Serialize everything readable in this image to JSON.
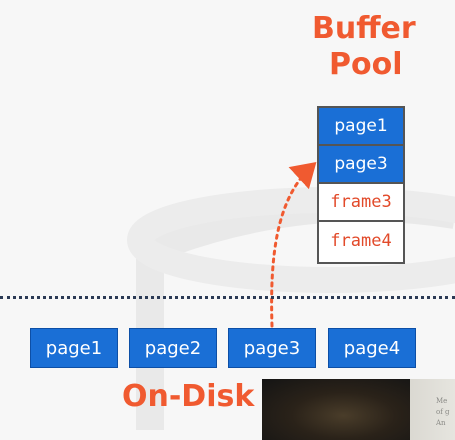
{
  "buffer_pool": {
    "title_line1": "Buffer",
    "title_line2": "Pool",
    "slots": [
      "page1",
      "page3",
      "frame3",
      "frame4"
    ]
  },
  "disk": {
    "title": "On-Disk",
    "pages": [
      "page1",
      "page2",
      "page3",
      "page4"
    ]
  },
  "video_thumb": {
    "text_lines": [
      "Me",
      "of g",
      "An"
    ]
  },
  "colors": {
    "accent": "#f05a30",
    "page_blue": "#1a6fd6",
    "frame_text": "#e24a2a",
    "divider": "#2b3a55",
    "arrow": "#f05a30"
  }
}
